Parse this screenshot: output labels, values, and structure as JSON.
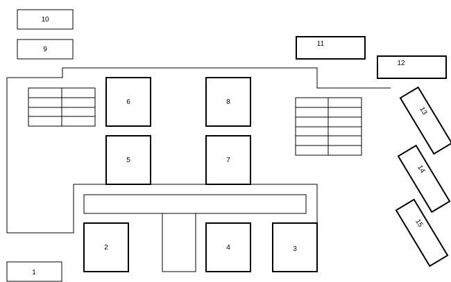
{
  "style": {
    "line_color": "#000000",
    "background": "#ffffff"
  },
  "labels": {
    "box_1": "1",
    "box_2": "2",
    "box_3": "3",
    "box_4": "4",
    "box_5": "5",
    "box_6": "6",
    "box_7": "7",
    "box_8": "8",
    "box_9": "9",
    "box_10": "10",
    "box_11": "11",
    "box_12": "12",
    "box_13": "13",
    "box_14": "14",
    "box_15": "15"
  },
  "tables": {
    "left_grid": {
      "rows": 4,
      "cols": 2
    },
    "right_grid": {
      "rows": 6,
      "cols": 2
    }
  }
}
